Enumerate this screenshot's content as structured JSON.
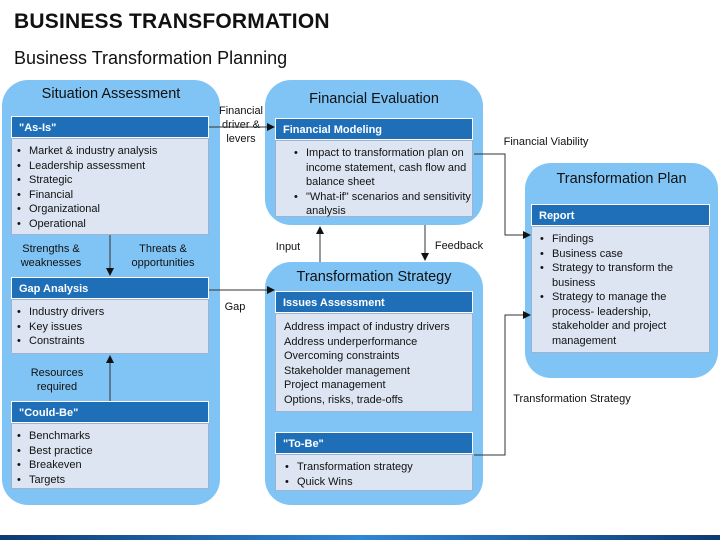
{
  "title": "BUSINESS TRANSFORMATION",
  "subtitle": "Business Transformation Planning",
  "situation": {
    "title": "Situation Assessment",
    "as_is": {
      "header": "\"As-Is\"",
      "items": [
        "Market & industry analysis",
        "Leadership assessment",
        "Strategic",
        "Financial",
        "Organizational",
        "Operational"
      ]
    },
    "strengths": "Strengths & weaknesses",
    "threats": "Threats & opportunities",
    "gap_analysis": {
      "header": "Gap Analysis",
      "items": [
        "Industry drivers",
        "Key issues",
        "Constraints"
      ]
    },
    "resources": "Resources required",
    "could_be": {
      "header": "\"Could-Be\"",
      "items": [
        "Benchmarks",
        "Best practice",
        "Breakeven",
        "Targets"
      ]
    }
  },
  "financial": {
    "title": "Financial Evaluation",
    "modeling": {
      "header": "Financial Modeling",
      "items": [
        "Impact to transformation plan on income statement, cash flow and balance sheet",
        "\"What-if\" scenarios and sensitivity analysis"
      ]
    }
  },
  "strategy": {
    "title": "Transformation Strategy",
    "issues": {
      "header": "Issues Assessment",
      "items": [
        "Address impact of industry drivers",
        "Address underperformance",
        "Overcoming constraints",
        "Stakeholder management",
        "Project management",
        "Options, risks, trade-offs"
      ]
    },
    "to_be": {
      "header": "\"To-Be\"",
      "items": [
        "Transformation strategy",
        "Quick Wins"
      ]
    }
  },
  "plan": {
    "title": "Transformation Plan",
    "report": {
      "header": "Report",
      "items": [
        "Findings",
        "Business case",
        "Strategy to transform the business",
        "Strategy to manage the process- leadership, stakeholder and project management"
      ]
    }
  },
  "connectors": {
    "financial_driver": "Financial driver & levers",
    "input": "Input",
    "feedback": "Feedback",
    "gap": "Gap",
    "financial_viability": "Financial Viability",
    "transformation_strategy": "Transformation Strategy"
  },
  "colors": {
    "panel": "#7fc4f5",
    "header": "#1f6fb8",
    "box": "#dde5f2"
  }
}
